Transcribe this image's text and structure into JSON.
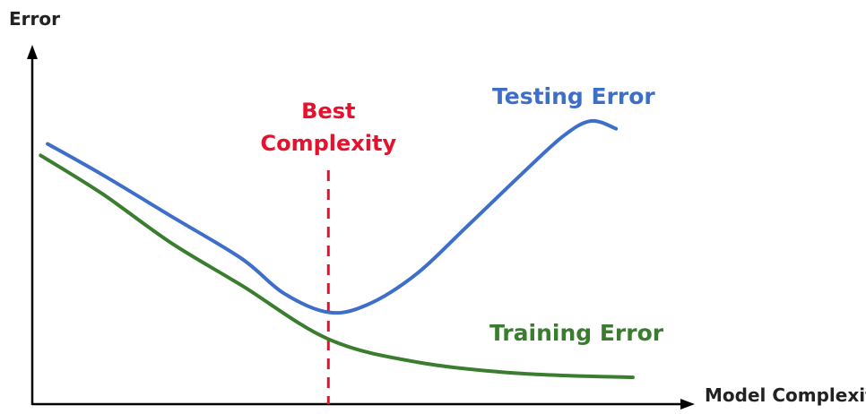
{
  "chart_data": {
    "type": "line",
    "xlabel": "Model Complexity",
    "ylabel": "Error",
    "x_range": [
      0,
      10
    ],
    "y_range": [
      0,
      10
    ],
    "grid": false,
    "legend": "none (series labeled directly on curves)",
    "annotation": {
      "label_line1": "Best",
      "label_line2": "Complexity",
      "x": 4.24,
      "color": "#e8112d",
      "style": "dashed vertical line"
    },
    "series": [
      {
        "name": "Testing Error",
        "color": "#3d6ec9",
        "x": [
          0.22,
          1.0,
          2.0,
          3.0,
          3.6,
          4.24,
          4.8,
          5.5,
          6.2,
          7.0,
          7.6,
          8.0,
          8.36
        ],
        "y": [
          6.8,
          6.0,
          4.9,
          3.8,
          2.9,
          2.4,
          2.6,
          3.4,
          4.6,
          6.0,
          7.0,
          7.4,
          7.2
        ]
      },
      {
        "name": "Training Error",
        "color": "#3a7d2e",
        "x": [
          0.12,
          1.0,
          2.0,
          3.0,
          4.24,
          5.5,
          7.0,
          8.6
        ],
        "y": [
          6.5,
          5.5,
          4.2,
          3.1,
          1.7,
          1.1,
          0.8,
          0.7
        ]
      }
    ]
  }
}
